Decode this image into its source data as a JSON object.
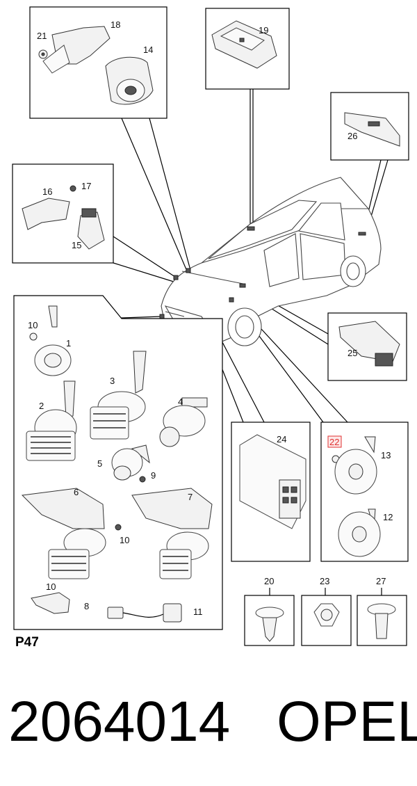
{
  "diagram": {
    "page_code": "P47",
    "part_number": "2064014",
    "brand": "OPEL",
    "highlighted_callout": "22",
    "highlight_color": "#e03030",
    "callouts": {
      "c1": "1",
      "c2": "2",
      "c3": "3",
      "c4": "4",
      "c5": "5",
      "c6": "6",
      "c7": "7",
      "c8": "8",
      "c9": "9",
      "c10a": "10",
      "c10b": "10",
      "c10c": "10",
      "c11": "11",
      "c12": "12",
      "c13": "13",
      "c14": "14",
      "c15": "15",
      "c16": "16",
      "c17": "17",
      "c18": "18",
      "c19": "19",
      "c20": "20",
      "c21": "21",
      "c22": "22",
      "c23": "23",
      "c24": "24",
      "c25": "25",
      "c26": "26",
      "c27": "27"
    }
  }
}
